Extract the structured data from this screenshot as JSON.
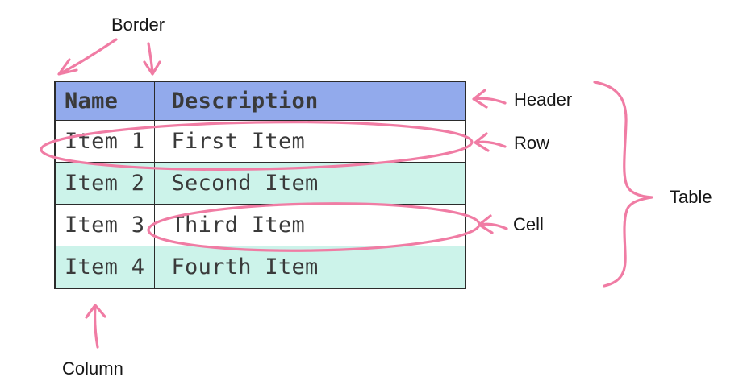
{
  "table": {
    "columns": [
      "Name",
      "Description"
    ],
    "rows": [
      [
        "Item 1",
        "First Item"
      ],
      [
        "Item 2",
        "Second Item"
      ],
      [
        "Item 3",
        "Third Item"
      ],
      [
        "Item 4",
        "Fourth Item"
      ]
    ]
  },
  "labels": {
    "border": "Border",
    "header": "Header",
    "row": "Row",
    "cell": "Cell",
    "table": "Table",
    "column": "Column"
  },
  "colors": {
    "header_bg": "#92AAEC",
    "row_even_bg": "#CCF3EA",
    "row_odd_bg": "#FFFFFF",
    "annotation": "#F07CA4",
    "grid": "#2B2B2B",
    "cell_text": "#3A3A3A",
    "label_text": "#161616"
  }
}
